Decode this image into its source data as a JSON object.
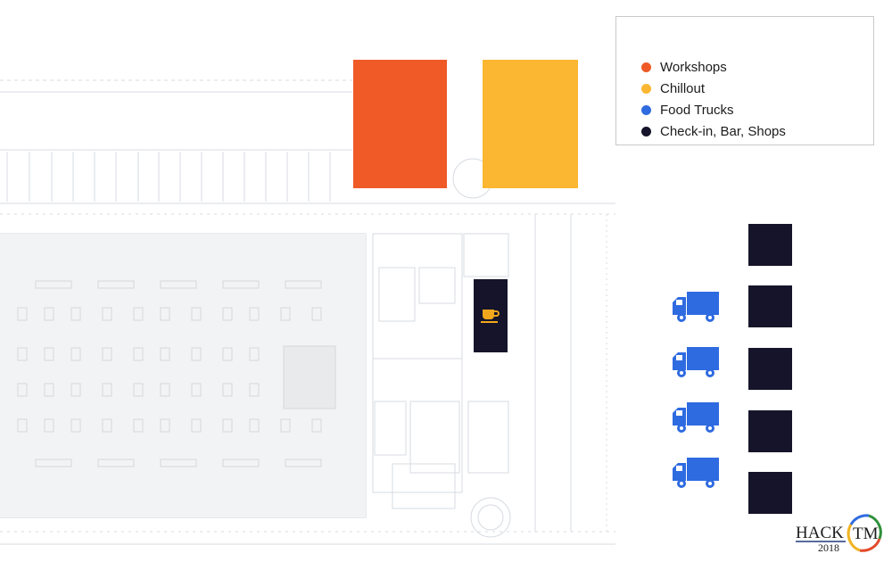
{
  "legend": {
    "items": [
      {
        "label": "Workshops",
        "color": "#ef5a26"
      },
      {
        "label": "Chillout",
        "color": "#fbb632"
      },
      {
        "label": "Food Trucks",
        "color": "#2f6be0"
      },
      {
        "label": "Check-in, Bar, Shops",
        "color": "#15142a"
      }
    ]
  },
  "zones": {
    "workshops_color": "#ef5a26",
    "chillout_color": "#fbb632",
    "food_trucks_color": "#2f6be0",
    "checkin_color": "#15142a",
    "cafe_icon": "coffee-cup-icon"
  },
  "food_trucks": {
    "count": 4,
    "icon": "truck-icon"
  },
  "checkin_booths": {
    "count": 5
  },
  "logo": {
    "word1": "HACK",
    "word2": "TM",
    "year": "2018"
  }
}
